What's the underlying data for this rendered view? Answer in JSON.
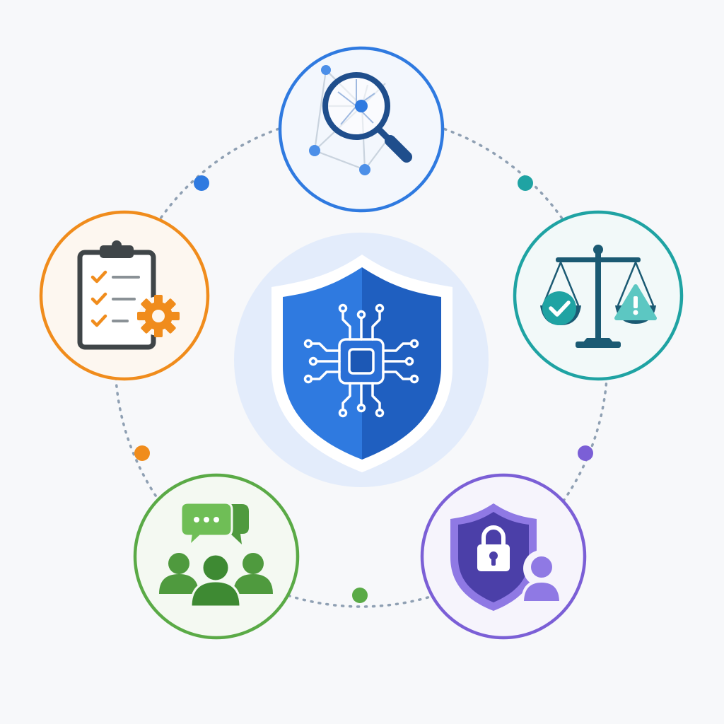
{
  "diagram": {
    "center": {
      "name": "ai-security-shield",
      "icon": "shield-chip-icon",
      "halo_color": "#e3ecfb",
      "shield_light": "#2f7ae0",
      "shield_dark": "#1f5fc0"
    },
    "ring_color": "#8fa0b3",
    "nodes": [
      {
        "name": "node-transparency",
        "icon": "magnifier-network-icon",
        "color": "#2f7ae0",
        "fill": "#f3f7fd"
      },
      {
        "name": "node-fairness",
        "icon": "balance-scale-icon",
        "color": "#1fa3a3",
        "fill": "#f2f9f9"
      },
      {
        "name": "node-privacy",
        "icon": "shield-lock-user-icon",
        "color": "#7b5fd6",
        "fill": "#f6f4fc"
      },
      {
        "name": "node-collaboration",
        "icon": "people-chat-icon",
        "color": "#5aaa46",
        "fill": "#f4f9f2"
      },
      {
        "name": "node-governance",
        "icon": "clipboard-gear-icon",
        "color": "#f08c1c",
        "fill": "#fdf7f0"
      }
    ],
    "connector_dots": [
      {
        "name": "connector-dot-blue",
        "color": "#2f7ae0"
      },
      {
        "name": "connector-dot-teal",
        "color": "#1fa3a3"
      },
      {
        "name": "connector-dot-purple",
        "color": "#7b5fd6"
      },
      {
        "name": "connector-dot-green",
        "color": "#5aaa46"
      },
      {
        "name": "connector-dot-orange",
        "color": "#f08c1c"
      }
    ]
  }
}
